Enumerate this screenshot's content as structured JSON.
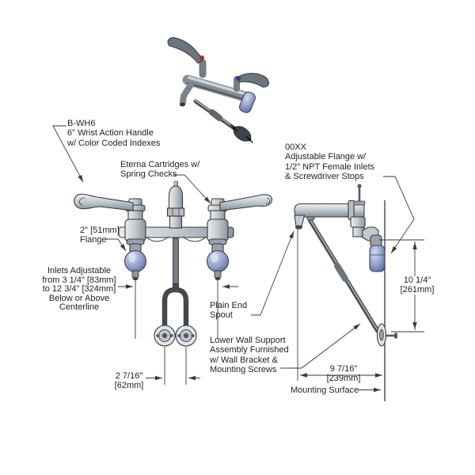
{
  "drawing": {
    "title_hint": "wall-mount faucet technical drawing",
    "labels": {
      "handle": "B-WH6\n6\" Wrist Action Handle\nw/ Color Coded Indexes",
      "cartridges": "Eterna Cartridges w/\nSpring Checks",
      "flange_side": "00XX\nAdjustable Flange w/\n1/2\" NPT Female Inlets\n& Screwdriver Stops",
      "flange_front": "2\" [51mm]\nFlange",
      "inlets": "Inlets Adjustable\nfrom 3 1/4\" [83mm]\nto 12 3/4\" [324mm]\nBelow or Above\nCenterline",
      "spout": "Plain End\nSpout",
      "support": "Lower Wall Support\nAssembly Furnished\nw/ Wall Bracket &\nMounting Screws",
      "mounting_surface": "Mounting Surface"
    },
    "dimensions": {
      "bracket_width": "2 7/16\"\n[62mm]",
      "spout_reach": "9 7/16\"\n[239mm]",
      "support_height": "10 1/4\"\n[261mm]"
    },
    "colors": {
      "line": "#3a3a3a",
      "text": "#1f1f1f",
      "metal_light": "#ebedef",
      "metal_mid": "#c3c9ce",
      "metal_dark": "#8d949b",
      "flange_blue_light": "#d3daee",
      "flange_blue": "#8e9cc4",
      "flange_blue_dark": "#4e5c8c",
      "index_red": "#a83028",
      "index_blue": "#2c3f8f"
    }
  }
}
